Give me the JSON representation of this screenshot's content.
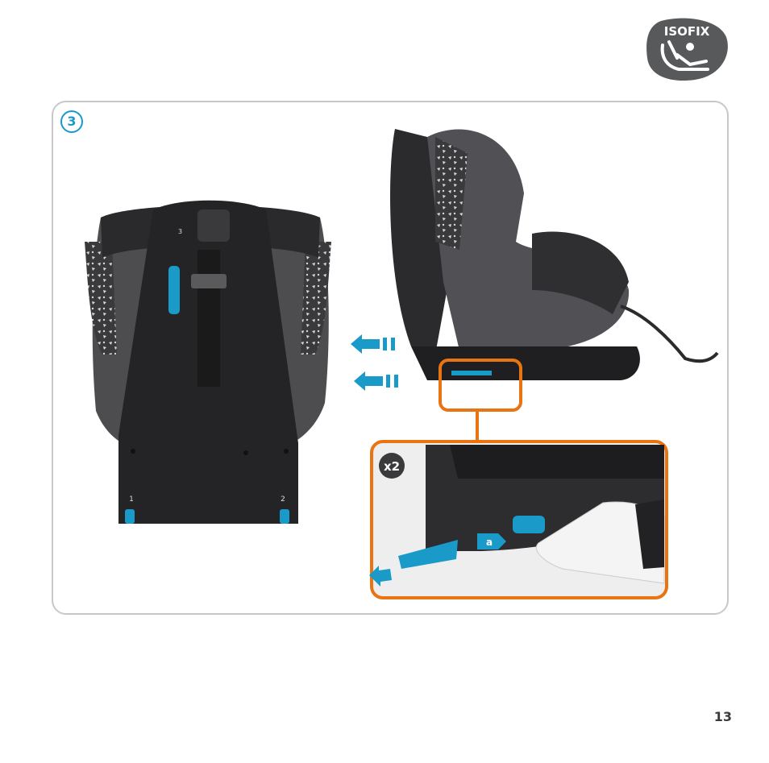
{
  "logo": {
    "text": "ISOFIX",
    "color": "#58595b"
  },
  "step": {
    "number": "3",
    "color": "#1a9ac9"
  },
  "back_view": {
    "label_left": "1",
    "label_right": "2",
    "mini_label": "3"
  },
  "detail": {
    "multiplier": "x2",
    "callout": "a"
  },
  "colors": {
    "accent": "#1a9ac9",
    "highlight": "#e87511",
    "seat_dark": "#2e2e30",
    "seat_mid": "#4a4a4d"
  },
  "page": {
    "number": "13"
  }
}
